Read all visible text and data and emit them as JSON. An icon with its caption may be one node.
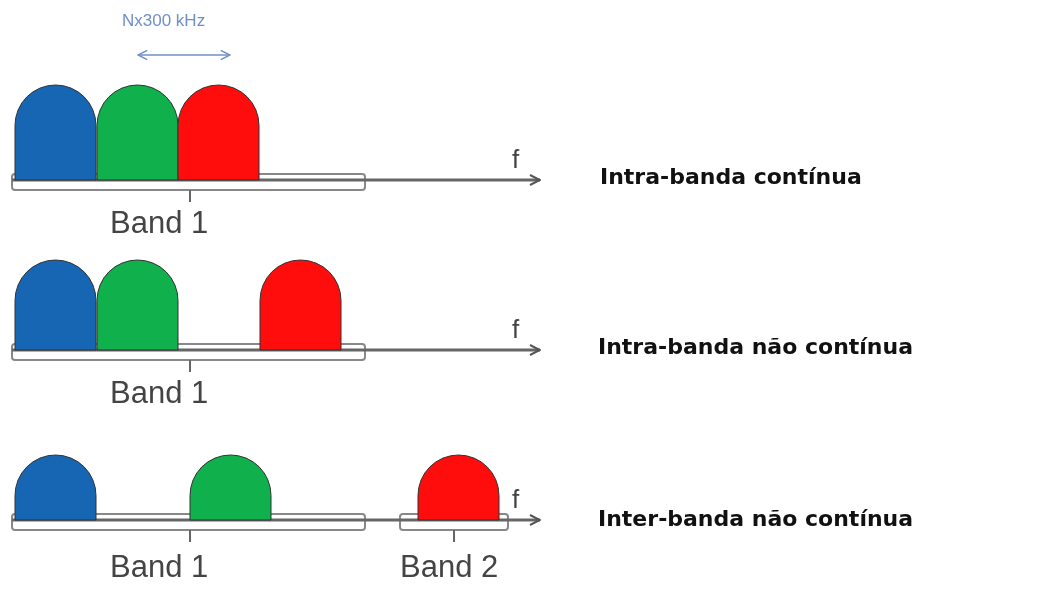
{
  "diagram": {
    "labels": [
      "Nx300 kHz",
      "f",
      "Intra-banda contínua",
      "Band 1",
      "f",
      "Intra-banda não contínua",
      "Band 1",
      "f",
      "Inter-banda não contínua",
      "Band 1",
      "Band 2"
    ]
  }
}
